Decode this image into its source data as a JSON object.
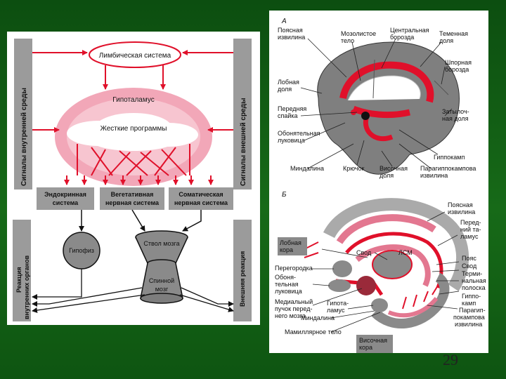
{
  "left_diagram": {
    "limbic_system": "Лимбическая система",
    "hypothalamus": "Гипоталамус",
    "rigid_programs": "Жесткие программы",
    "internal_signals": "Сигналы внутренней среды",
    "external_signals": "Сигналы внешней среды",
    "endocrine_line1": "Эндокринная",
    "endocrine_line2": "система",
    "vegetative_line1": "Вегетативная",
    "vegetative_line2": "нервная система",
    "somatic_line1": "Соматическая",
    "somatic_line2": "нервная система",
    "internal_reaction_line1": "Реакция",
    "internal_reaction_line2": "внутренних органов",
    "external_reaction": "Внешняя реакция",
    "pituitary": "Гипофиз",
    "brainstem": "Ствол мозга",
    "spinal_line1": "Спинной",
    "spinal_line2": "мозг"
  },
  "brain_a": {
    "letter": "А",
    "cingulate_line1": "Поясная",
    "cingulate_line2": "извилина",
    "corpus_callosum_line1": "Мозолистое",
    "corpus_callosum_line2": "тело",
    "central_sulcus_line1": "Центральная",
    "central_sulcus_line2": "борозда",
    "parietal_line1": "Теменная",
    "parietal_line2": "доля",
    "calcarine_line1": "Шпорная",
    "calcarine_line2": "борозда",
    "frontal_line1": "Лобная",
    "frontal_line2": "доля",
    "anterior_commissure_line1": "Передняя",
    "anterior_commissure_line2": "спайка",
    "occipital_line1": "Затылоч-",
    "occipital_line2": "ная доля",
    "olfactory_line1": "Обонятельная",
    "olfactory_line2": "луковица",
    "hippocampus": "Гиппокамп",
    "amygdala": "Миндалина",
    "uncus": "Крючок",
    "temporal_line1": "Височная",
    "temporal_line2": "доля",
    "parahippocampal_line1": "Парагиппокампова",
    "parahippocampal_line2": "извилина"
  },
  "brain_b": {
    "letter": "Б",
    "cingulate_line1": "Поясная",
    "cingulate_line2": "извилина",
    "anterior_thal_line1": "Перед-",
    "anterior_thal_line2": "ний та-",
    "anterior_thal_line3": "ламус",
    "frontal_cortex_line1": "Лобная",
    "frontal_cortex_line2": "кора",
    "fornix": "Свод",
    "lsm": "ЛСМ",
    "belt": "Пояс",
    "fornix2": "Свод",
    "terminal_line1": "Терми-",
    "terminal_line2": "нальная",
    "terminal_line3": "полоска",
    "septum": "Перегородка",
    "olfactory_line1": "Обоня-",
    "olfactory_line2": "тельная",
    "olfactory_line3": "луковица",
    "hippocampus_line1": "Гиппо-",
    "hippocampus_line2": "камп",
    "medial_bundle_line1": "Медиальный",
    "medial_bundle_line2": "пучок перед-",
    "medial_bundle_line3": "него мозга",
    "hypothalamus_line1": "Гипота-",
    "hypothalamus_line2": "ламус",
    "parahippocampal_line1": "Парагип-",
    "parahippocampal_line2": "покампова",
    "parahippocampal_line3": "извилина",
    "amygdala": "Миндалина",
    "mamillary": "Мамиллярное тело",
    "temporal_cortex_line1": "Височная",
    "temporal_cortex_line2": "кора"
  },
  "page_number": "29",
  "colors": {
    "background": "#15661a",
    "red": "#e0102a",
    "pink": "#f2a7b8",
    "gray": "#8a8a8a"
  }
}
